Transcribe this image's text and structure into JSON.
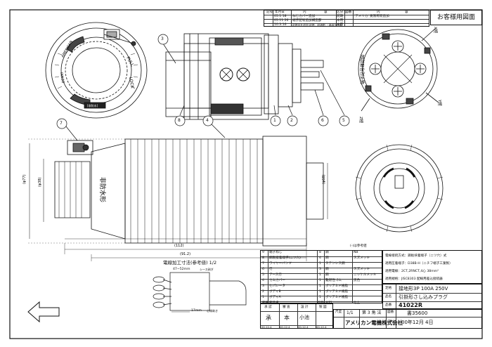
{
  "header": {
    "customer_title": "お客様用図面",
    "revision_headers": [
      "記号",
      "年月日",
      "内",
      "容",
      "区分",
      "図番",
      "内",
      "容"
    ],
    "revision_rows": [
      {
        "date": "05.1.18",
        "text": "ねじカバー追加",
        "kubun": "前期",
        "naiyo": "'アメリカ' 寛限称双追加"
      },
      {
        "date": "05.11.26",
        "text": "端子記号追加構造部",
        "kubun": "本用",
        "naiyo": ""
      },
      {
        "date": "10.3.16",
        "text": "耐寒形を追加 耐寒、耐溶剤 ・器具が木製",
        "kubun": "本用",
        "naiyo": ""
      }
    ]
  },
  "drawing": {
    "labels": {
      "pull": "PULL",
      "lock": "LOCK",
      "american": "AMERICAN",
      "denki": "DENKI",
      "small_mark": "[非防水]",
      "terminal_label": "端子記号確認図",
      "x_pole": "X極",
      "y_pole": "Y極",
      "z_pole": "Z極",
      "hibosui": "非防水形",
      "phi77": "(φ77)",
      "phi38": "(φ38)",
      "phi68": "(φ68)",
      "dim112": "(112)",
      "dim912": "(91.2)",
      "callouts": [
        "1",
        "2",
        "3",
        "4",
        "5",
        "6",
        "7",
        "8"
      ],
      "hoka": "(-)は参考値"
    }
  },
  "processing": {
    "title": "電線加工寸法(参考値) 1/2",
    "dim1": "47~52mm",
    "dim1_note": "シース剥ぎ",
    "dim2": "17mm",
    "dim2_note": "心線剥き"
  },
  "parts": {
    "rows": [
      {
        "no": "9",
        "name": "端子ねじ",
        "qty": "8",
        "material": "鋼",
        "finish": "NB"
      },
      {
        "no": "8",
        "name": "鋼製接着端子(ニツ穴)",
        "qty": "4",
        "material": "鋼",
        "finish": "スズメッキ"
      },
      {
        "no": "7",
        "name": "ワイヤーバンド",
        "qty": "1",
        "material": "ステンレス鋼",
        "finish": ""
      },
      {
        "no": "6",
        "name": "刃",
        "qty": "3",
        "material": "鋼",
        "finish": "スズメッキ"
      },
      {
        "no": "5",
        "name": "アース刃",
        "qty": "1",
        "material": "鋼",
        "finish": "ニッケルメッキ"
      },
      {
        "no": "4",
        "name": "カムカバー",
        "qty": "1",
        "material": "難燃性ゴム",
        "finish": "黒色"
      },
      {
        "no": "3",
        "name": "セパレータ",
        "qty": "1",
        "material": "ポリアミド樹脂",
        "finish": ""
      },
      {
        "no": "2",
        "name": "ボディB",
        "qty": "1",
        "material": "ポリアミド樹脂",
        "finish": ""
      },
      {
        "no": "1",
        "name": "ボディA",
        "qty": "1",
        "material": "ポリアミド樹脂",
        "finish": ""
      }
    ],
    "headers": [
      "部番",
      "部品名",
      "個数",
      "材料",
      "仕上"
    ]
  },
  "specs": [
    "電線接続方式：鋼板挟着端子（ニツ穴）式",
    "適用圧着端子：D38B-H（ニチフ端子工業製）",
    "適用電線：2CT,2RNCT,4心 38mm²",
    "適用規格：JISC8303 配線用差込接続器"
  ],
  "title_block": {
    "meisho_label": "定格",
    "rating": "接地形3P 100A 250V",
    "name": "引掛形さし込みプラグ",
    "meisho2_label": "品名",
    "model_label": "品番",
    "model": "41022R",
    "scale_label": "尺度",
    "scale": "1/1",
    "method": "第 3 角 法",
    "drawing_no_label": "図番",
    "drawing_no": "書35600",
    "company": "アメリカン電機株式会社",
    "date_label": "日付",
    "date": "00年12月 4日",
    "approvals": [
      "承",
      "本",
      "小池"
    ],
    "approval_labels": [
      "承 認",
      "審 査",
      "設 計",
      "製 図"
    ],
    "approval_dates": [
      "00.12.4",
      "00.12.4",
      "00.12.4",
      "00.12.4"
    ]
  }
}
